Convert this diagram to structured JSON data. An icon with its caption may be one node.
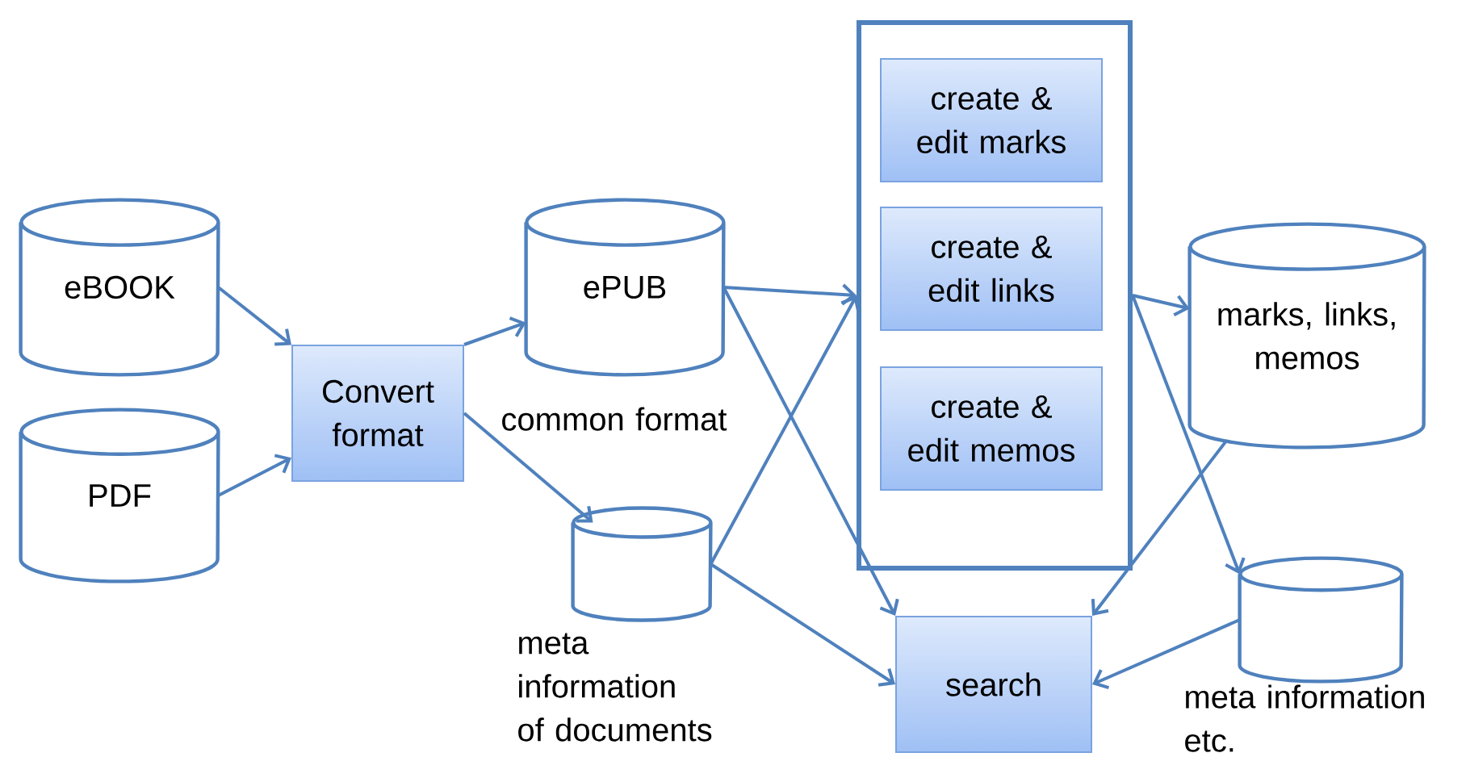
{
  "diagram": {
    "nodes": [
      {
        "text": [
          "eBOOK"
        ]
      },
      {
        "text": [
          "PDF"
        ]
      },
      {
        "text": [
          "Convert format"
        ]
      },
      {
        "text": [
          "ePUB"
        ],
        "beside": [
          "common format"
        ]
      },
      {
        "text": [],
        "shape": "cylinder",
        "beside": [
          "meta information of documents"
        ]
      },
      {
        "text": [],
        "shape": "box"
      },
      {
        "text": [
          "create & edit marks"
        ],
        "in": 5
      },
      {
        "text": [
          "create & edit links"
        ],
        "in": 5
      },
      {
        "text": [
          "create & edit memos"
        ],
        "in": 5
      },
      {
        "text": [
          "marks, links, memos"
        ]
      },
      {
        "text": [],
        "shape": "cylinder",
        "beside": [
          "meta information etc."
        ]
      },
      {
        "text": [
          "search"
        ]
      }
    ],
    "edges": [
      {
        "from": 0,
        "to": 2,
        "arrow": "to"
      },
      {
        "from": 1,
        "to": 2,
        "arrow": "to"
      },
      {
        "from": 2,
        "to": 3,
        "arrow": "to"
      },
      {
        "from": 2,
        "to": 4,
        "arrow": "to"
      },
      {
        "from": 3,
        "to": 5,
        "arrow": "to"
      },
      {
        "from": 4,
        "to": 5,
        "arrow": "to"
      },
      {
        "from": 3,
        "to": 11,
        "arrow": "to"
      },
      {
        "from": 4,
        "to": 11,
        "arrow": "to"
      },
      {
        "from": 5,
        "to": 9,
        "arrow": "to"
      },
      {
        "from": 5,
        "to": 10,
        "arrow": "to"
      },
      {
        "from": 9,
        "to": 11,
        "arrow": "to"
      },
      {
        "from": 10,
        "to": 11,
        "arrow": "to"
      }
    ]
  }
}
